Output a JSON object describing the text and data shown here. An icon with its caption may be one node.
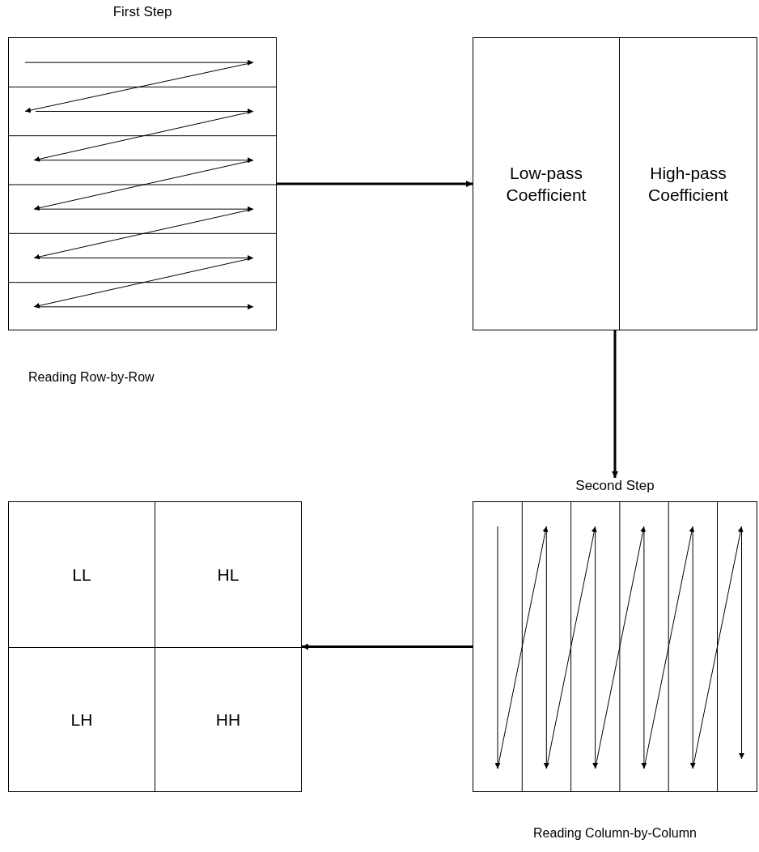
{
  "diagram": {
    "nodes": [
      {
        "text": [
          "First Step"
        ],
        "beside": [
          "Reading Row-by-Row"
        ]
      },
      {
        "text": [],
        "shape": "box"
      },
      {
        "text": [
          "Low-pass Coefficient"
        ],
        "in": 1
      },
      {
        "text": [
          "High-pass Coefficient"
        ],
        "in": 1
      },
      {
        "text": [
          "Second Step"
        ],
        "beside": [
          "Reading Column-by-Column"
        ]
      },
      {
        "text": [],
        "shape": "box"
      },
      {
        "text": [
          "LL"
        ],
        "in": 5
      },
      {
        "text": [
          "HL"
        ],
        "in": 5
      },
      {
        "text": [
          "LH"
        ],
        "in": 5
      },
      {
        "text": [
          "HH"
        ],
        "in": 5
      }
    ],
    "edges": [
      {
        "from": 0,
        "to": 1,
        "arrow": "to"
      },
      {
        "from": 1,
        "to": 4,
        "arrow": "to"
      },
      {
        "from": 4,
        "to": 5,
        "arrow": "to"
      }
    ]
  }
}
